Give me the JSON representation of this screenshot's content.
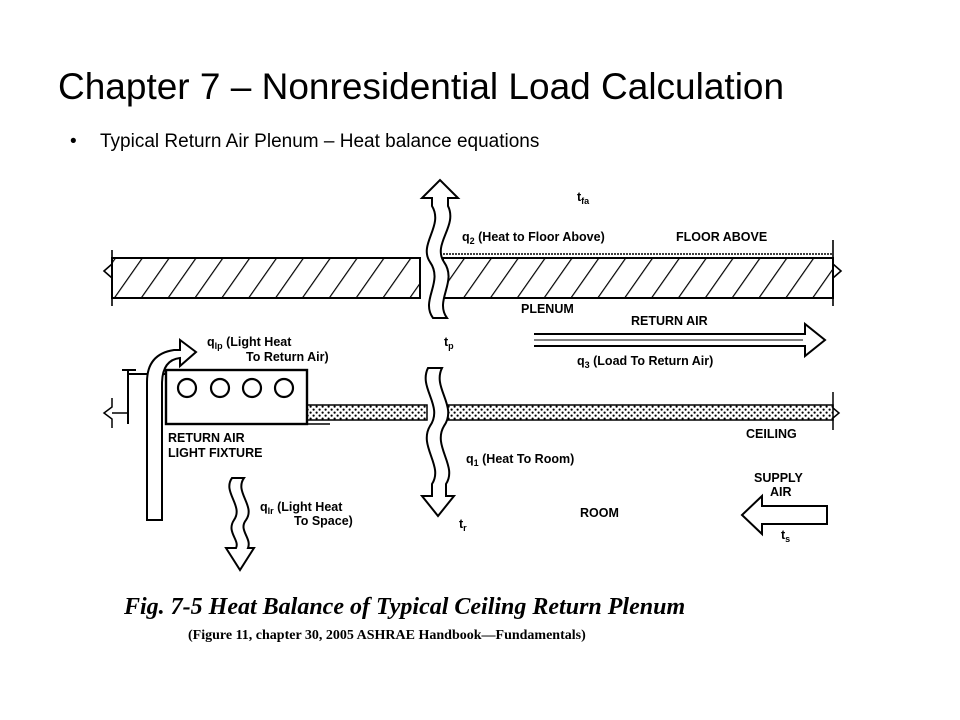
{
  "slide": {
    "title": "Chapter 7 – Nonresidential Load Calculation",
    "bullet": "Typical Return Air Plenum – Heat balance equations"
  },
  "diagram": {
    "labels": {
      "t_fa": "t",
      "t_fa_sub": "fa",
      "q2": "q",
      "q2_sub": "2",
      "q2_text": " (Heat to Floor Above)",
      "floor_above": "FLOOR ABOVE",
      "plenum": "PLENUM",
      "return_air": "RETURN AIR",
      "q_lp": "q",
      "q_lp_sub": "lp",
      "q_lp_text1": " (Light Heat",
      "q_lp_text2": "To Return Air)",
      "t_p": "t",
      "t_p_sub": "p",
      "q3": "q",
      "q3_sub": "3",
      "q3_text": " (Load To Return Air)",
      "ceiling": "CEILING",
      "fixture1": "RETURN AIR",
      "fixture2": "LIGHT FIXTURE",
      "q1": "q",
      "q1_sub": "1",
      "q1_text": " (Heat To Room)",
      "supply1": "SUPPLY",
      "supply2": "AIR",
      "q_lr": "q",
      "q_lr_sub": "lr",
      "q_lr_text1": " (Light Heat",
      "q_lr_text2": "To Space)",
      "room": "ROOM",
      "t_r": "t",
      "t_r_sub": "r",
      "t_s": "t",
      "t_s_sub": "s"
    },
    "caption": "Fig. 7-5  Heat Balance of Typical Ceiling Return Plenum",
    "source": "(Figure 11, chapter 30, 2005 ASHRAE Handbook—Fundamentals)"
  }
}
